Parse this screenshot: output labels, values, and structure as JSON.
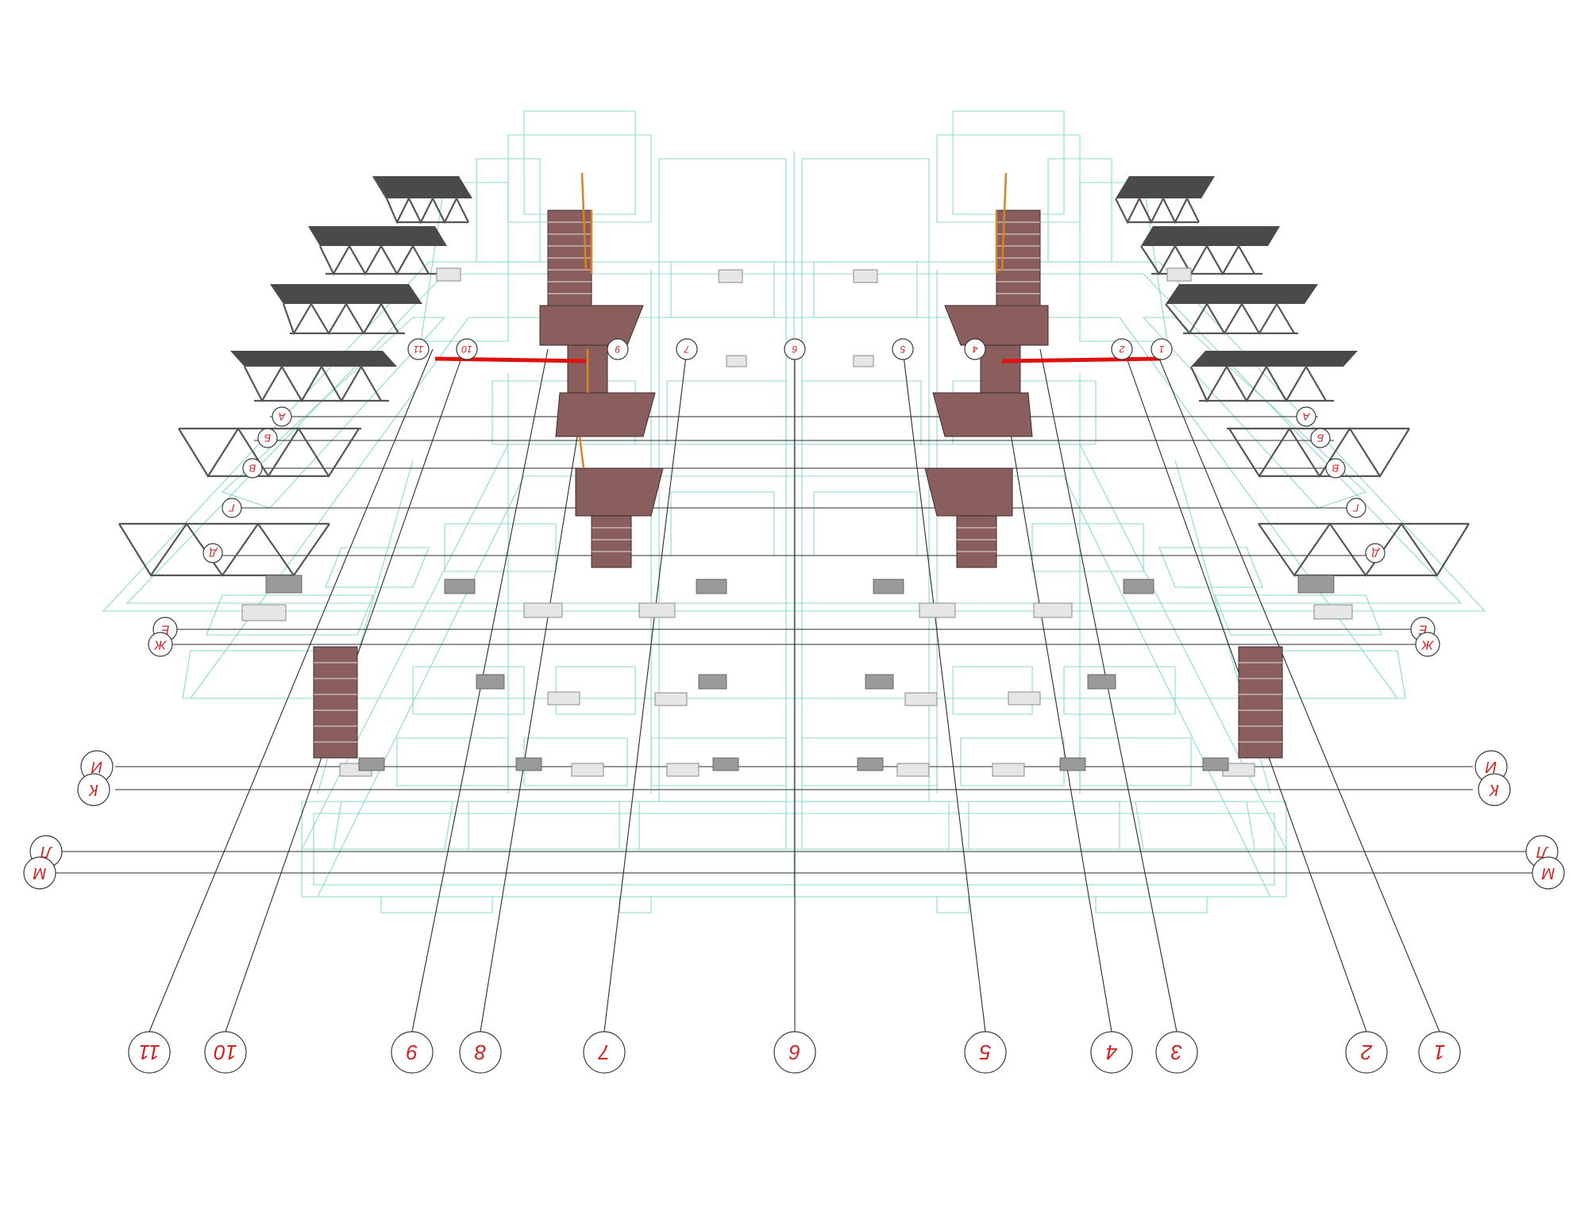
{
  "diagram": {
    "bottom_axes": [
      {
        "label": "11"
      },
      {
        "label": "10"
      },
      {
        "label": "9"
      },
      {
        "label": "8"
      },
      {
        "label": "7"
      },
      {
        "label": "6"
      },
      {
        "label": "5"
      },
      {
        "label": "4"
      },
      {
        "label": "3"
      },
      {
        "label": "2"
      },
      {
        "label": "1"
      }
    ],
    "row_axes": [
      {
        "label": "И"
      },
      {
        "label": "К"
      },
      {
        "label": "Л"
      },
      {
        "label": "М"
      }
    ],
    "mid_row_axes": [
      {
        "label": "Е"
      },
      {
        "label": "Ж"
      }
    ],
    "upper_row_axes": [
      {
        "label": "А"
      },
      {
        "label": "Б"
      },
      {
        "label": "В"
      },
      {
        "label": "Г"
      },
      {
        "label": "Д"
      }
    ],
    "top_column_axes": [
      {
        "label": "11"
      },
      {
        "label": "10"
      },
      {
        "label": "9"
      },
      {
        "label": "7"
      },
      {
        "label": "6"
      },
      {
        "label": "5"
      },
      {
        "label": "4"
      },
      {
        "label": "2"
      },
      {
        "label": "1"
      }
    ],
    "colors": {
      "label": "#d42020",
      "wireframe": "#7fd6c8",
      "gridline": "#2b2b2b",
      "stair": "#8b5e5e",
      "beam": "#e01010",
      "rail": "#d98324"
    }
  }
}
